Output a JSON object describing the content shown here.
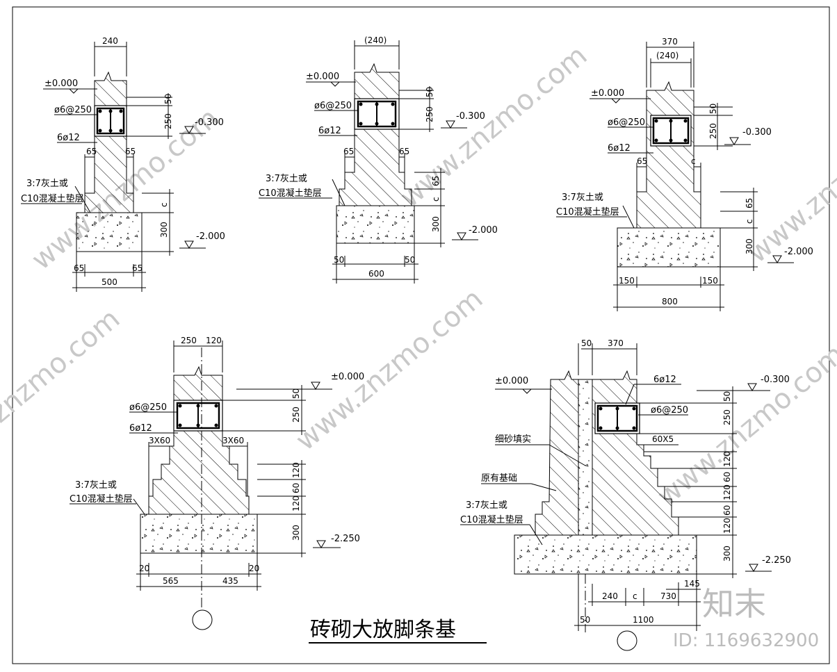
{
  "title": "砖砌大放脚条基",
  "watermark": {
    "brand": "知末",
    "id": "ID: 1169632900"
  },
  "details": {
    "d1": {
      "elev_top": "±0.000",
      "elev_mid": "-0.300",
      "elev_bot": "-2.000",
      "rebar_stirrup": "ø6@250",
      "rebar_main": "6ø12",
      "cushion_line1": "3:7灰土或",
      "cushion_line2": "C10混凝土垫层",
      "dim_wall": "240",
      "dim_50": "50",
      "dim_250": "250",
      "dim_c": "c",
      "dim_300": "300",
      "dim_off_l": "65",
      "dim_off_r": "65",
      "dim_edge_l": "65",
      "dim_edge_r": "65",
      "dim_width": "500"
    },
    "d2": {
      "elev_top": "±0.000",
      "elev_mid": "-0.300",
      "elev_bot": "-2.000",
      "rebar_stirrup": "ø6@250",
      "rebar_main": "6ø12",
      "cushion_line1": "3:7灰土或",
      "cushion_line2": "C10混凝土垫层",
      "dim_wall": "(240)",
      "dim_50": "50",
      "dim_250": "250",
      "dim_65v": "65",
      "dim_c": "c",
      "dim_300": "300",
      "dim_off_l": "65",
      "dim_off_r": "65",
      "dim_edge_l": "50",
      "dim_edge_r": "50",
      "dim_width": "600"
    },
    "d3": {
      "elev_top": "±0.000",
      "elev_mid": "-0.300",
      "elev_bot": "-2.000",
      "rebar_stirrup": "ø6@250",
      "rebar_main": "6ø12",
      "cushion_line1": "3:7灰土或",
      "cushion_line2": "C10混凝土垫层",
      "dim_wall": "370",
      "dim_wall2": "(240)",
      "dim_50": "50",
      "dim_250": "250",
      "dim_65v": "65",
      "dim_c": "c",
      "dim_300": "300",
      "dim_off_l": "65",
      "dim_off_r": "c",
      "dim_edge_l": "150",
      "dim_edge_r": "150",
      "dim_width": "800"
    },
    "d4": {
      "elev_top": "±0.000",
      "elev_bot": "-2.250",
      "rebar_stirrup": "ø6@250",
      "rebar_main": "6ø12",
      "cushion_line1": "3:7灰土或",
      "cushion_line2": "C10混凝土垫层",
      "dim_wall_l": "250",
      "dim_wall_r": "120",
      "dim_step_l": "3X60",
      "dim_step_r": "3X60",
      "dim_50": "50",
      "dim_250": "250",
      "dim_120a": "120",
      "dim_60": "60",
      "dim_120b": "120",
      "dim_300": "300",
      "dim_edge_l": "20",
      "dim_edge_r": "20",
      "dim_left": "565",
      "dim_right": "435"
    },
    "d5": {
      "elev_top": "±0.000",
      "elev_mid": "-0.300",
      "elev_bot": "-2.250",
      "rebar_stirrup": "ø6@250",
      "rebar_main": "6ø12",
      "note_sand": "细砂填实",
      "note_existing": "原有基础",
      "cushion_line1": "3:7灰土或",
      "cushion_line2": "C10混凝土垫层",
      "dim_gap": "50",
      "dim_wall": "370",
      "dim_step": "60X5",
      "dim_50": "50",
      "dim_250": "250",
      "dim_120a": "120",
      "dim_60a": "60",
      "dim_120b": "120",
      "dim_60b": "60",
      "dim_120c": "120",
      "dim_300": "300",
      "dim_145": "145",
      "dim_240": "240",
      "dim_c": "c",
      "dim_730": "730",
      "dim_50b": "50",
      "dim_1100": "1100"
    }
  },
  "colors": {
    "line": "#000000",
    "watermark": "#c8c8c8"
  }
}
